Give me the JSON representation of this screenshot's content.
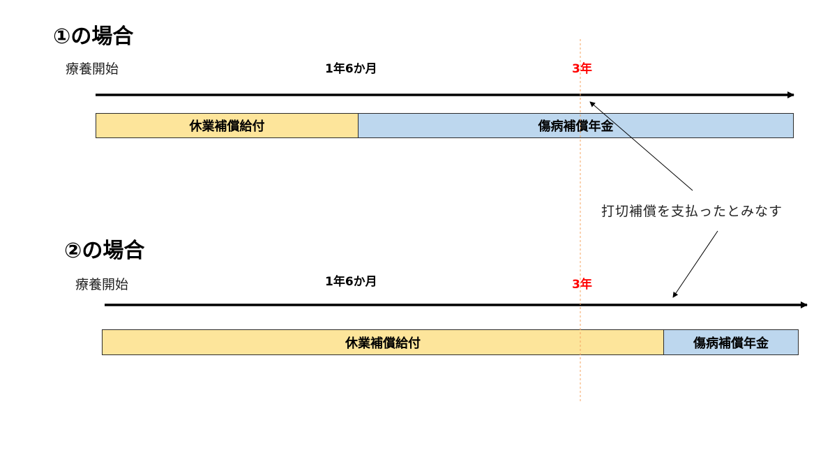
{
  "colors": {
    "leave_bar": "#fde59b",
    "pension_bar": "#bdd7ee",
    "marker_red": "#ff0000",
    "guide_line": "#f4a460"
  },
  "case1": {
    "heading": "①の場合",
    "start_label": "療養開始",
    "milestone_18m": "1年6か月",
    "milestone_3y": "3年",
    "bar_leave": "休業補償給付",
    "bar_pension": "傷病補償年金"
  },
  "case2": {
    "heading": "②の場合",
    "start_label": "療養開始",
    "milestone_18m": "1年6か月",
    "milestone_3y": "3年",
    "bar_leave": "休業補償給付",
    "bar_pension": "傷病補償年金"
  },
  "callout": "打切補償を支払ったとみなす"
}
